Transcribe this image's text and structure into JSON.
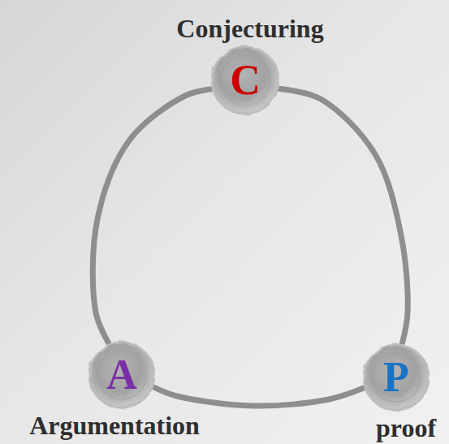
{
  "diagram": {
    "nodes": [
      {
        "text": [
          "Conjecturing",
          "C"
        ]
      },
      {
        "text": [
          "A",
          "Argumentation"
        ]
      },
      {
        "text": [
          "P",
          "proof"
        ]
      }
    ],
    "edges": [
      {
        "from": 0,
        "to": 2,
        "arrow": "none"
      },
      {
        "from": 2,
        "to": 1,
        "arrow": "none"
      },
      {
        "from": 1,
        "to": 0,
        "arrow": "none"
      }
    ]
  }
}
